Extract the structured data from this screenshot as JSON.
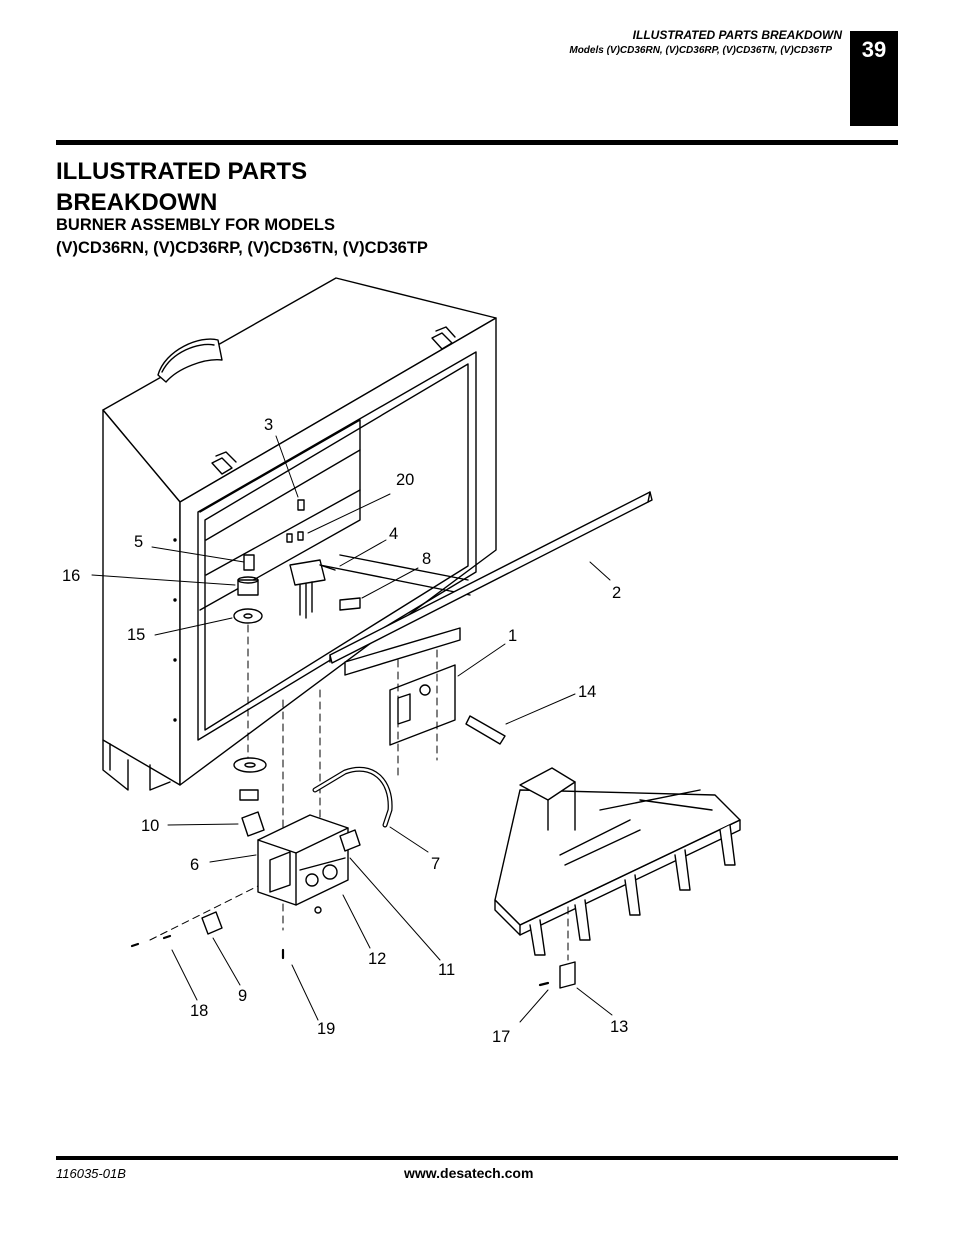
{
  "header": {
    "section": "ILLUSTRATED PARTS BREAKDOWN",
    "models": "Models (V)CD36RN, (V)CD36RP, (V)CD36TN, (V)CD36TP",
    "page_number": "39"
  },
  "title": {
    "line1": "ILLUSTRATED PARTS",
    "line2": "BREAKDOWN",
    "subtitle_line1": "BURNER ASSEMBLY FOR MODELS",
    "subtitle_line2": "(V)CD36RN, (V)CD36RP, (V)CD36TN, (V)CD36TP"
  },
  "figure": {
    "callouts": [
      "1",
      "2",
      "3",
      "4",
      "5",
      "6",
      "7",
      "8",
      "9",
      "10",
      "11",
      "12",
      "13",
      "14",
      "15",
      "16",
      "17",
      "18",
      "19",
      "20"
    ]
  },
  "footer": {
    "doc_number": "116035-01B",
    "website": "www.desatech.com"
  }
}
